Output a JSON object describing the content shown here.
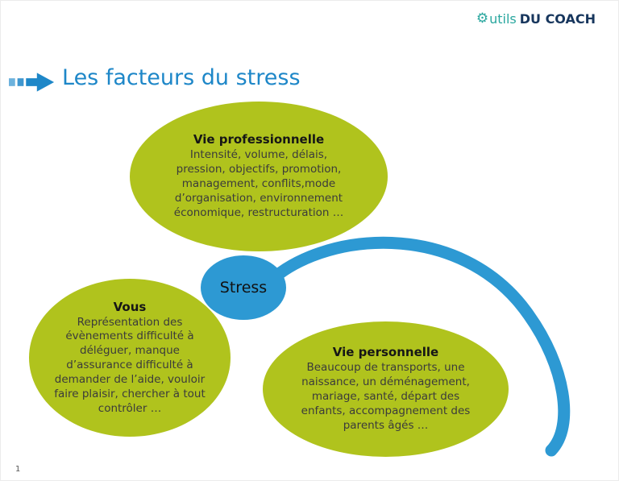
{
  "logo": {
    "icon": "gear-icon",
    "part1": "utils",
    "part2": "DU COACH"
  },
  "title": "Les facteurs du stress",
  "center": {
    "label": "Stress"
  },
  "bubbles": {
    "professional": {
      "title": "Vie professionnelle",
      "body": "Intensité, volume, délais, pression, objectifs, promotion, management, conflits,mode d’organisation, environnement économique, restructuration …"
    },
    "you": {
      "title": "Vous",
      "body": "Représentation des évènements difficulté à déléguer, manque d’assurance difficulté à demander de l’aide, vouloir faire plaisir, chercher à tout contrôler …"
    },
    "personal": {
      "title": "Vie personnelle",
      "body": "Beaucoup de transports, une naissance, un déménagement, mariage, santé, départ des enfants, accompagnement des parents âgés …"
    }
  },
  "page_number": "1",
  "colors": {
    "bubble_green": "#b0c31d",
    "stress_blue": "#2d99d3",
    "title_blue": "#1e87c8",
    "logo_teal": "#2aa79f",
    "logo_navy": "#17365d"
  }
}
